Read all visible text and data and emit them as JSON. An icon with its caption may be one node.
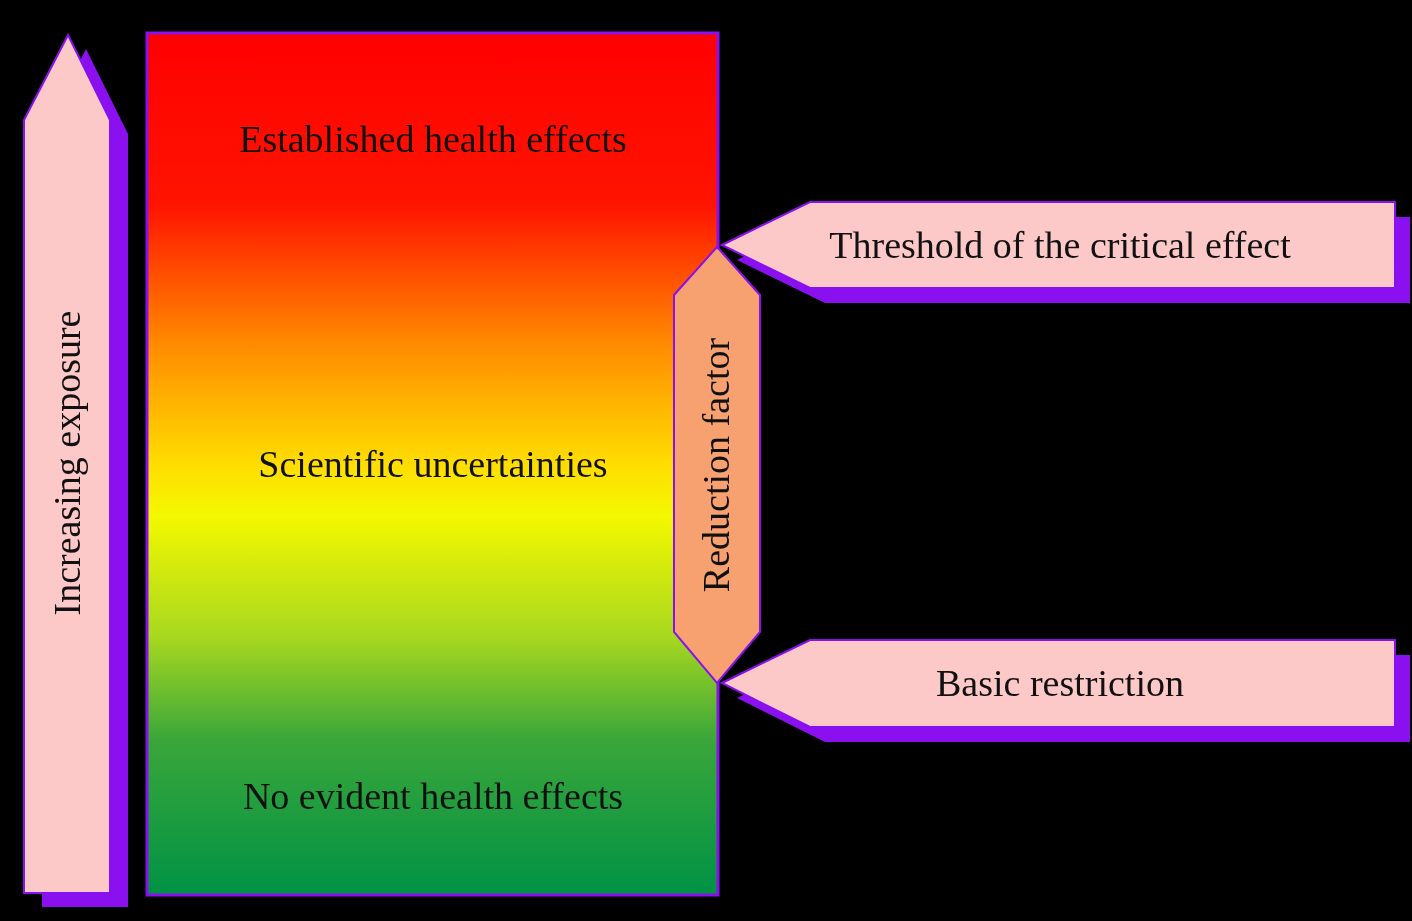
{
  "diagram": {
    "nodes": [
      {
        "text": [
          "Increasing exposure"
        ]
      },
      {
        "text": [
          "Established health effects",
          "Scientific uncertainties",
          "No evident health effects"
        ]
      },
      {
        "text": [
          "Threshold of the critical effect"
        ]
      },
      {
        "text": [
          "Reduction factor"
        ]
      },
      {
        "text": [
          "Basic restriction"
        ]
      }
    ]
  }
}
